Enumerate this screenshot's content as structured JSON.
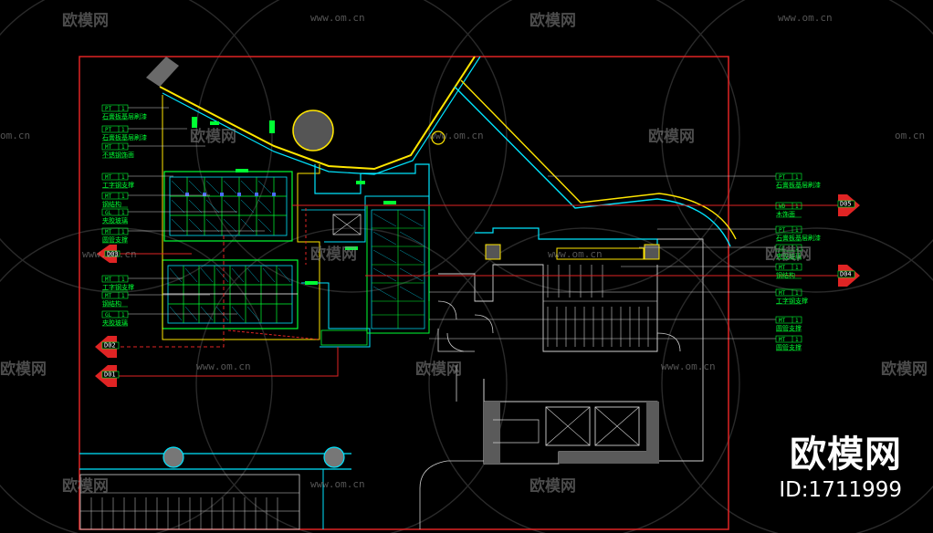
{
  "colors": {
    "background": "#000000",
    "frame": "#e02424",
    "cyan": "#00e5ff",
    "green": "#00ff33",
    "yellow": "#ffe600",
    "white": "#e8e8e8",
    "gray": "#7a7a7a",
    "marker": "#e02424"
  },
  "watermark": {
    "logo": "欧模网",
    "url": "www.om.cn",
    "url_short": "om.cn"
  },
  "brand": {
    "logo": "欧模网",
    "id": "ID:1711999"
  },
  "left_tags": [
    {
      "code": "PT",
      "num": "1",
      "note": "石膏板基层刷漆"
    },
    {
      "code": "PT",
      "num": "1",
      "note": "石膏板基层刷漆"
    },
    {
      "code": "MT",
      "num": "1",
      "note": "不锈钢饰面"
    },
    {
      "code": "MT",
      "num": "1",
      "note": "工字钢支撑"
    },
    {
      "code": "MT",
      "num": "1",
      "note": "钢结构"
    },
    {
      "code": "GL",
      "num": "1",
      "note": "夹胶玻璃"
    },
    {
      "code": "MT",
      "num": "1",
      "note": "圆管支撑"
    },
    {
      "code": "MT",
      "num": "1",
      "note": "工字钢支撑"
    },
    {
      "code": "MT",
      "num": "1",
      "note": "钢结构"
    },
    {
      "code": "GL",
      "num": "1",
      "note": "夹胶玻璃"
    }
  ],
  "right_tags": [
    {
      "code": "PT",
      "num": "1",
      "note": "石膏板基层刷漆"
    },
    {
      "code": "WD",
      "num": "1",
      "note": "木饰面"
    },
    {
      "code": "PT",
      "num": "1",
      "note": "石膏板基层刷漆"
    },
    {
      "code": "GL",
      "num": "1",
      "note": "夹胶玻璃"
    },
    {
      "code": "MT",
      "num": "1",
      "note": "钢结构"
    },
    {
      "code": "MT",
      "num": "1",
      "note": "工字钢支撑"
    },
    {
      "code": "MT",
      "num": "1",
      "note": "圆管支撑"
    },
    {
      "code": "MT",
      "num": "1",
      "note": "圆管支撑"
    }
  ],
  "section_markers": [
    "D01",
    "D02",
    "D03",
    "D04",
    "D05"
  ]
}
